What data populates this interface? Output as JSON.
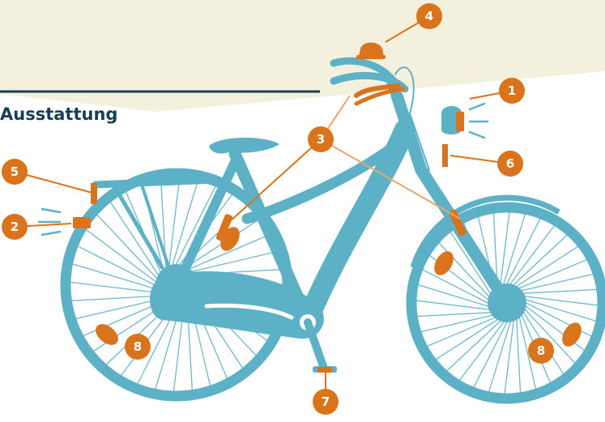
{
  "title": "Ausstattung",
  "colors": {
    "background": "#f3f1dd",
    "bike": "#5db1c6",
    "accent": "#d9731c",
    "leader": "#e9a56b",
    "title": "#173f54"
  },
  "callouts": [
    {
      "label": "1",
      "part": "front-light"
    },
    {
      "label": "2",
      "part": "rear-light"
    },
    {
      "label": "3",
      "part": "brakes"
    },
    {
      "label": "4",
      "part": "bell"
    },
    {
      "label": "5",
      "part": "rear-reflector"
    },
    {
      "label": "6",
      "part": "front-reflector"
    },
    {
      "label": "7",
      "part": "pedal-reflectors"
    },
    {
      "label": "8",
      "part": "spoke-reflectors-rear"
    },
    {
      "label": "8",
      "part": "spoke-reflectors-front"
    }
  ]
}
